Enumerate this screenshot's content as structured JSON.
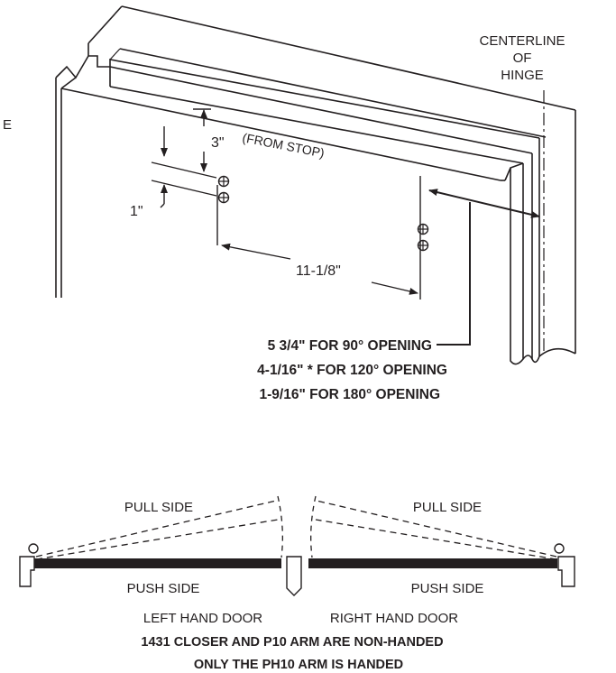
{
  "frame_labels": {
    "centerline_line1": "CENTERLINE",
    "centerline_line2": "OF",
    "centerline_line3": "HINGE",
    "cut_off_text": "E"
  },
  "dimensions": {
    "three_inch": "3\"",
    "from_stop": "(FROM STOP)",
    "one_inch": "1\"",
    "eleven_inch": "11-1/8\""
  },
  "opening_notes": [
    "5 3/4\" FOR 90° OPENING",
    "4-1/16\" * FOR 120° OPENING",
    "1-9/16\" FOR 180° OPENING"
  ],
  "door_handing": {
    "left": {
      "pull_side": "PULL SIDE",
      "push_side": "PUSH SIDE",
      "caption": "LEFT HAND DOOR"
    },
    "right": {
      "pull_side": "PULL SIDE",
      "push_side": "PUSH SIDE",
      "caption": "RIGHT HAND DOOR"
    },
    "note_line1": "1431 CLOSER AND P10 ARM ARE NON-HANDED",
    "note_line2": "ONLY THE PH10 ARM IS HANDED"
  },
  "icons": [
    "screw-hole-icon",
    "hinge-icon",
    "pivot-circle-icon"
  ],
  "colors": {
    "ink": "#231f20",
    "background": "#ffffff"
  }
}
